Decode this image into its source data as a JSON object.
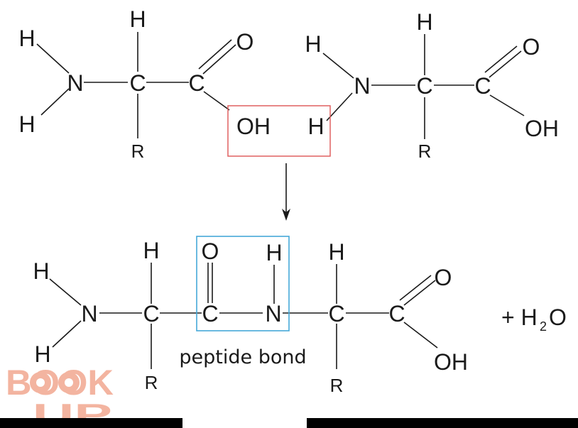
{
  "reactants": {
    "amino_acid_1": {
      "amino_n": "N",
      "amino_h_top": "H",
      "amino_h_bottom": "H",
      "alpha_c": "C",
      "alpha_h": "H",
      "side_chain": "R",
      "carboxyl_c": "C",
      "carbonyl_o": "O",
      "hydroxyl": "OH"
    },
    "amino_acid_2": {
      "amino_n": "N",
      "amino_h_top": "H",
      "amino_h_leaving": "H",
      "alpha_c": "C",
      "alpha_h": "H",
      "side_chain": "R",
      "carboxyl_c": "C",
      "carbonyl_o": "O",
      "hydroxyl": "OH"
    }
  },
  "product": {
    "amino_n": "N",
    "amino_h_top": "H",
    "amino_h_bottom": "H",
    "alpha_c1": "C",
    "alpha_h1": "H",
    "side_chain1": "R",
    "peptide_c": "C",
    "peptide_o": "O",
    "peptide_n": "N",
    "peptide_h": "H",
    "alpha_c2": "C",
    "alpha_h2": "H",
    "side_chain2": "R",
    "carboxyl_c": "C",
    "carbonyl_o": "O",
    "hydroxyl": "OH",
    "water_plus": "+ H",
    "water_sub": "2",
    "water_o": "O",
    "caption": "peptide bond"
  },
  "watermark": {
    "line1": "BOOK",
    "line2": "UP"
  },
  "colors": {
    "water_removal_box": "#e06060",
    "peptide_bond_box": "#45a8d8",
    "watermark": "#f2a890",
    "bars": "#000000"
  }
}
